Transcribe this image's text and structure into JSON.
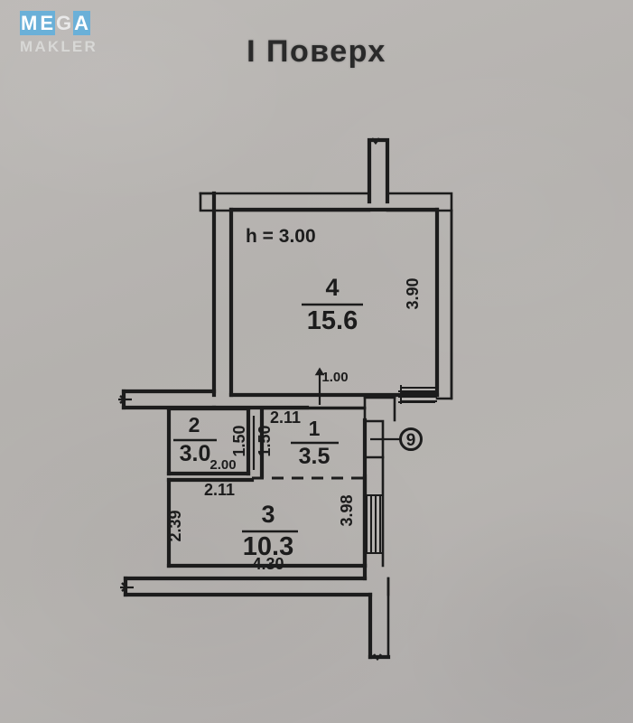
{
  "watermark": {
    "brand_top": "MEGA",
    "brand_bottom": "MAKLER",
    "highlight_color": "#6ab0d8",
    "text_color": "#e9e9e9"
  },
  "header": {
    "title": "І Поверх"
  },
  "floor_plan": {
    "ceiling_height_label": "h = 3.00",
    "riser_marker": "9",
    "rooms": [
      {
        "number": "4",
        "area": "15.6"
      },
      {
        "number": "2",
        "area": "3.0"
      },
      {
        "number": "1",
        "area": "3.5"
      },
      {
        "number": "3",
        "area": "10.3"
      }
    ],
    "dimensions": {
      "room4_right": "3.90",
      "room4_bottom": "1.00",
      "room2_bottom": "2.00",
      "corridor_left_vertical": "1.50",
      "corridor_right_vertical": "1.50",
      "room1_top": "2.11",
      "room3_top": "2.11",
      "room3_left": "2.39",
      "room3_bottom": "4.30",
      "balcony_right": "3.98"
    }
  },
  "colors": {
    "paper": "#b5b2af",
    "ink": "#1c1c1c",
    "accent": "#6ab0d8"
  }
}
